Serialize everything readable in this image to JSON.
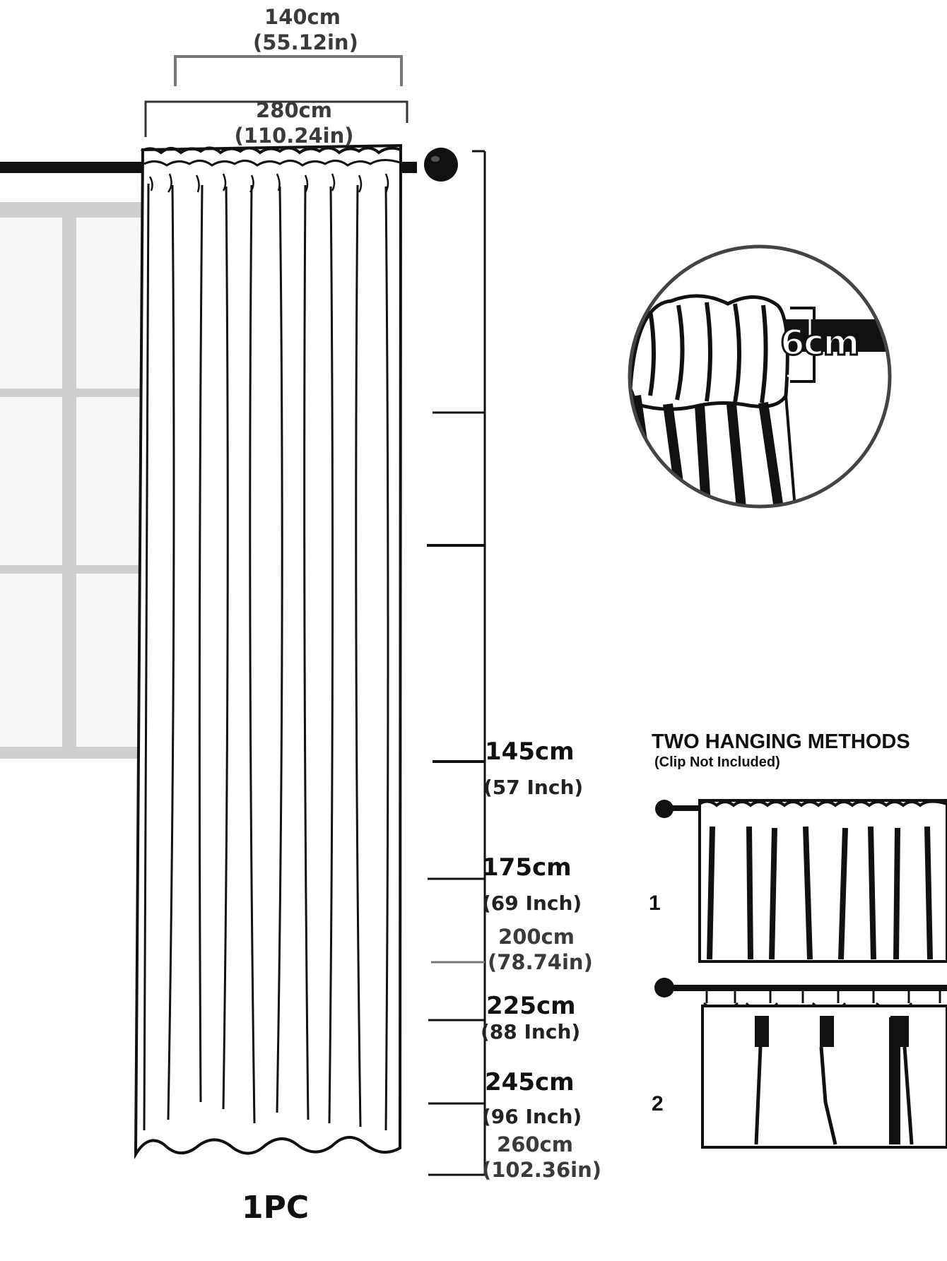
{
  "colors": {
    "line": "#111111",
    "window_frame": "#cfcfcf",
    "window_glass": "#f7f7f7",
    "label_grey": "#3a3a3a"
  },
  "top_width": {
    "cm": "140cm",
    "in": "(55.12in)"
  },
  "panel_width": {
    "cm": "280cm",
    "in": "(110.24in)"
  },
  "rod_pocket": {
    "value": "6cm"
  },
  "lengths": [
    {
      "cm": "145cm",
      "inch": "(57 Inch)"
    },
    {
      "cm": "175cm",
      "inch": "(69 Inch)"
    },
    {
      "cm": "200cm",
      "inch": "(78.74in)"
    },
    {
      "cm": "225cm",
      "inch": "(88 Inch)"
    },
    {
      "cm": "245cm",
      "inch": "(96 Inch)"
    },
    {
      "cm": "260cm",
      "inch": "(102.36in)"
    }
  ],
  "quantity": "1PC",
  "hanging": {
    "title": "TWO HANGING METHODS",
    "note": "(Clip Not Included)",
    "methods": [
      "1",
      "2"
    ]
  }
}
